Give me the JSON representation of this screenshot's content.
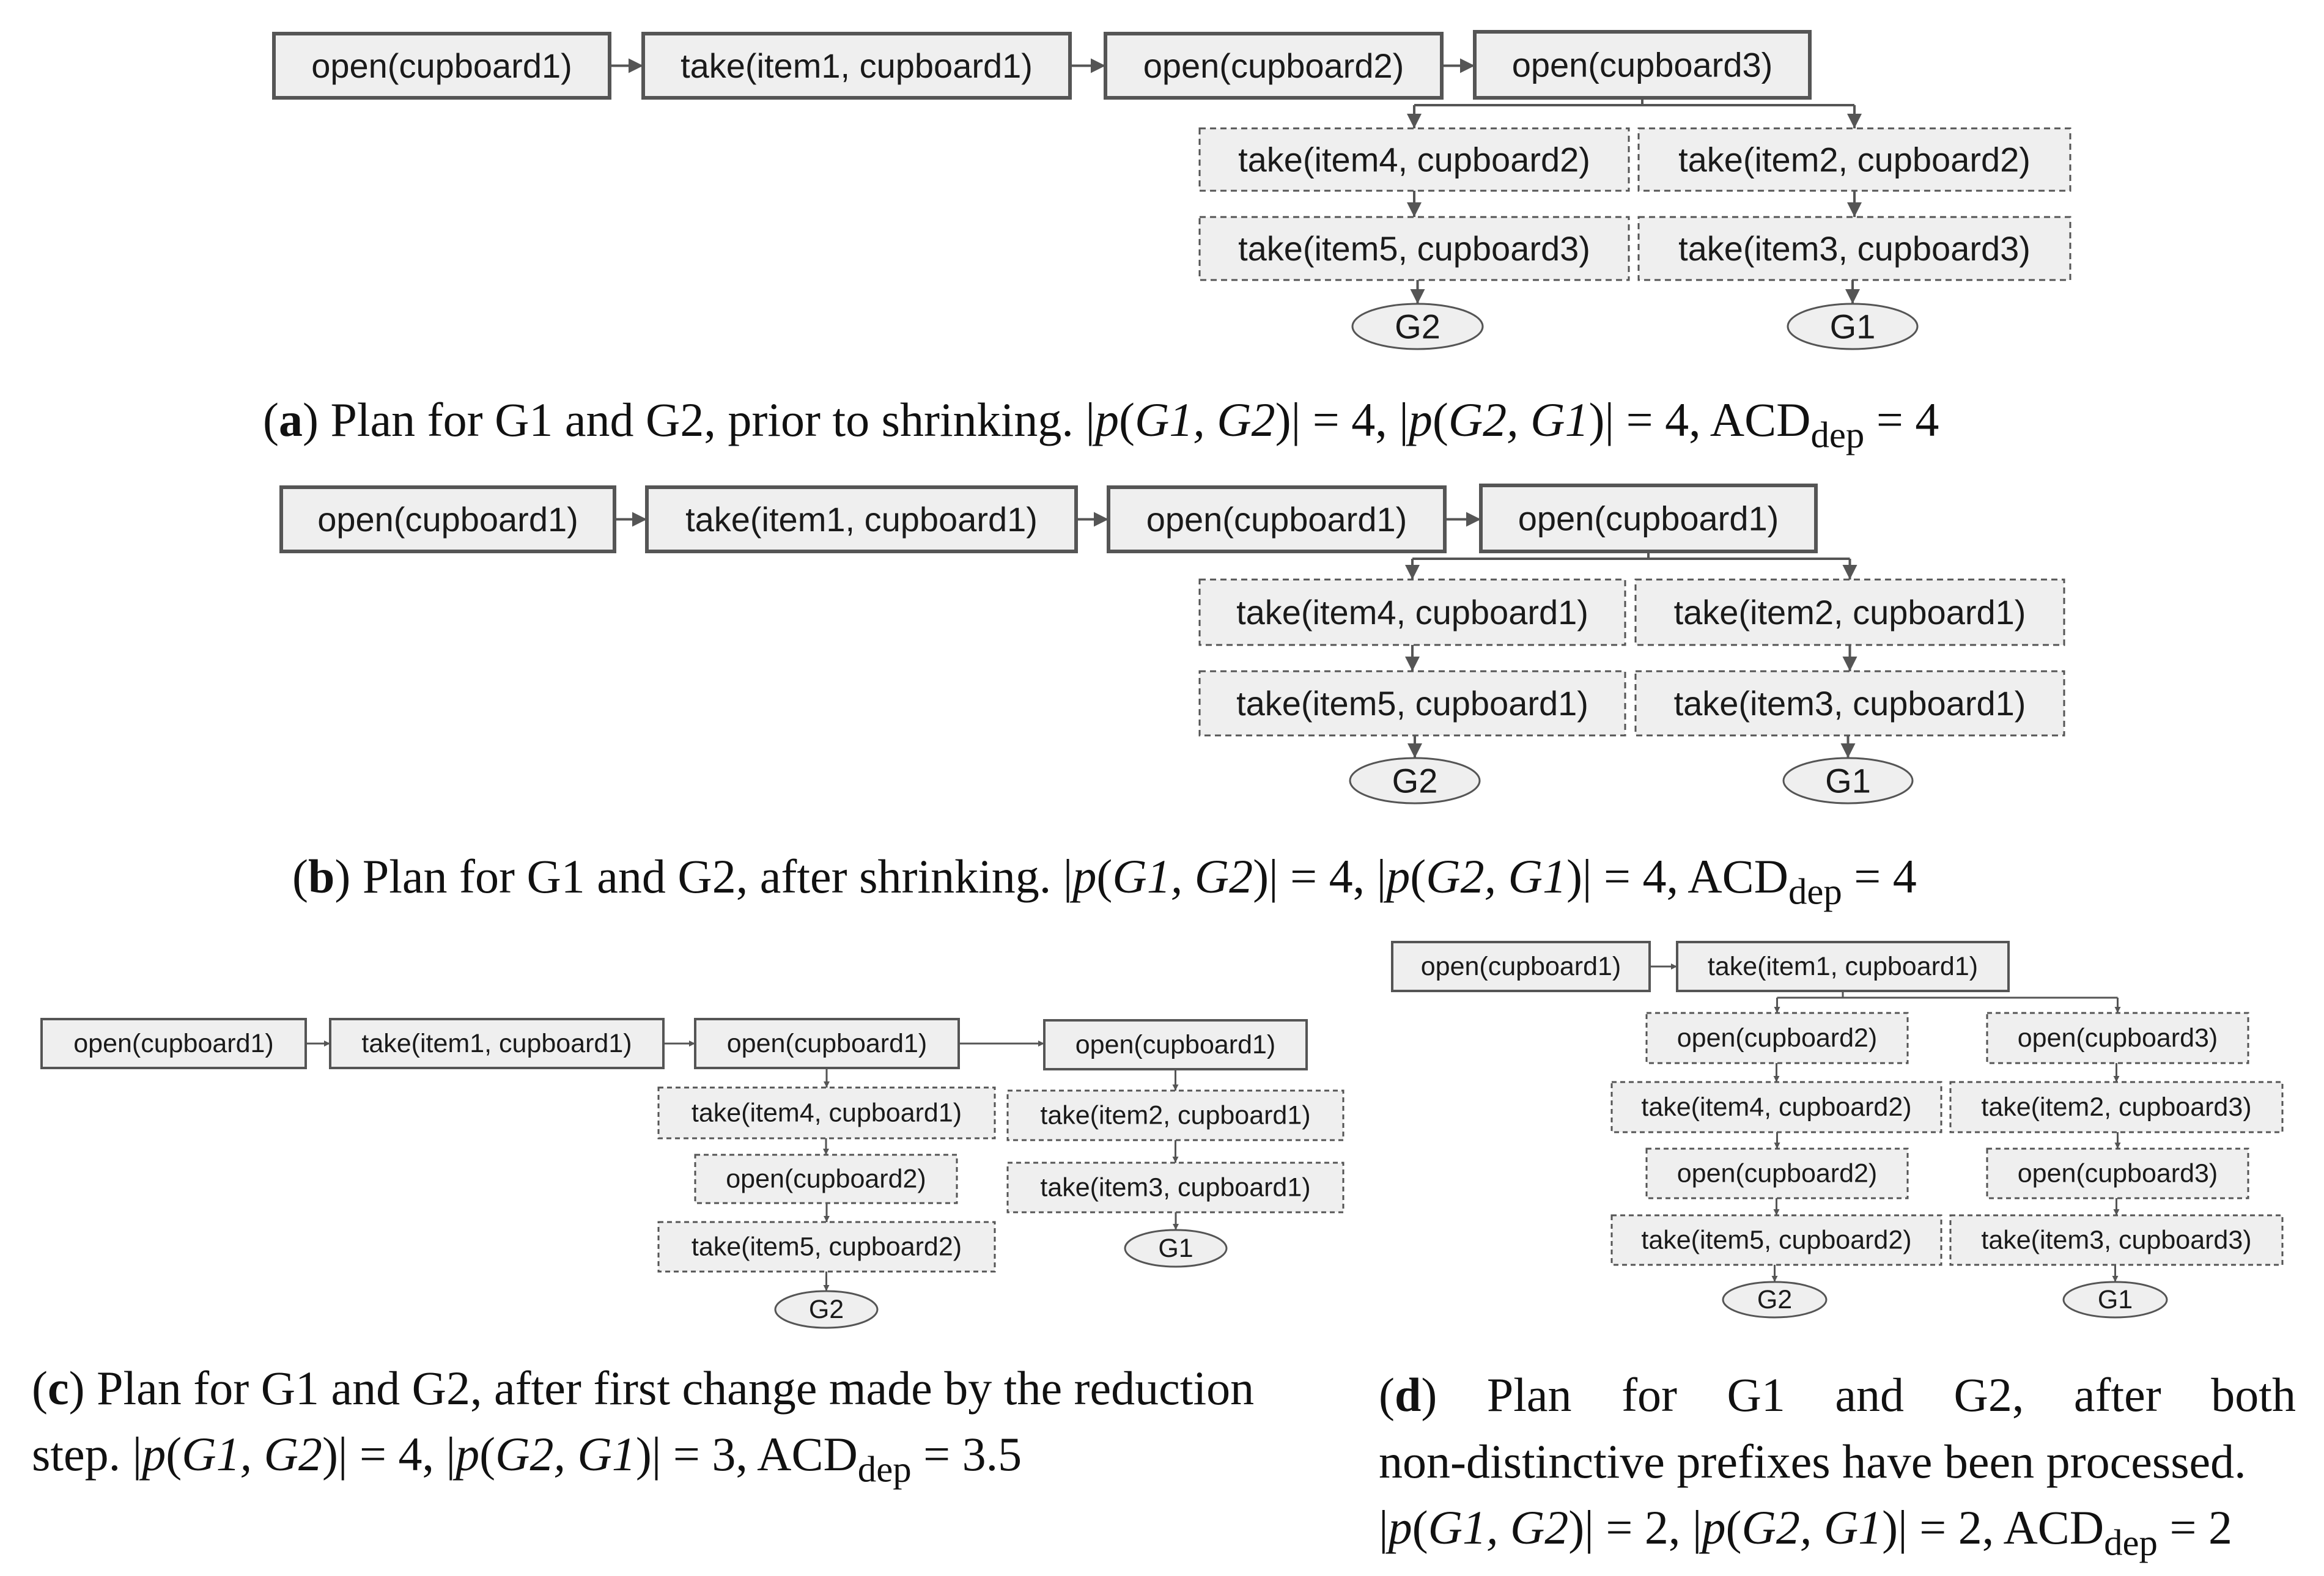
{
  "diagrams": [
    {
      "id": "a",
      "nodes": {
        "a1": "open(cupboard1)",
        "a2": "take(item1, cupboard1)",
        "a3": "open(cupboard2)",
        "a4": "open(cupboard3)",
        "a5": "take(item4, cupboard2)",
        "a6": "take(item2, cupboard2)",
        "a7": "take(item5, cupboard3)",
        "a8": "take(item3, cupboard3)",
        "a9": "G2",
        "a10": "G1"
      },
      "caption": {
        "letter": "a",
        "text": "Plan for G1 and G2, prior to shrinking.",
        "m1": "4",
        "m2": "4",
        "acd": "4"
      }
    },
    {
      "id": "b",
      "nodes": {
        "b1": "open(cupboard1)",
        "b2": "take(item1, cupboard1)",
        "b3": "open(cupboard1)",
        "b4": "open(cupboard1)",
        "b5": "take(item4, cupboard1)",
        "b6": "take(item2, cupboard1)",
        "b7": "take(item5, cupboard1)",
        "b8": "take(item3, cupboard1)",
        "b9": "G2",
        "b10": "G1"
      },
      "caption": {
        "letter": "b",
        "text": "Plan for G1 and G2, after shrinking.",
        "m1": "4",
        "m2": "4",
        "acd": "4"
      }
    },
    {
      "id": "c",
      "nodes": {
        "c1": "open(cupboard1)",
        "c2": "take(item1, cupboard1)",
        "c3": "open(cupboard1)",
        "c4": "open(cupboard1)",
        "c5": "take(item4, cupboard1)",
        "c6": "take(item2, cupboard1)",
        "c7": "open(cupboard2)",
        "c8": "take(item3, cupboard1)",
        "c9": "take(item5, cupboard2)",
        "c10": "G1",
        "c11": "G2"
      },
      "caption": {
        "letter": "c",
        "text_line1": "Plan for G1 and G2, after first change made by the reduction",
        "text_line2": "step.",
        "m1": "4",
        "m2": "3",
        "acd": "3.5"
      }
    },
    {
      "id": "d",
      "nodes": {
        "d1": "open(cupboard1)",
        "d2": "take(item1, cupboard1)",
        "d3": "open(cupboard2)",
        "d4": "open(cupboard3)",
        "d5": "take(item4, cupboard2)",
        "d6": "take(item2, cupboard3)",
        "d7": "open(cupboard2)",
        "d8": "open(cupboard3)",
        "d9": "take(item5, cupboard2)",
        "d10": "take(item3, cupboard3)",
        "d11": "G2",
        "d12": "G1"
      },
      "caption": {
        "letter": "d",
        "text_line1_words": [
          "Plan",
          "for",
          "G1",
          "and",
          "G2,",
          "after",
          "both"
        ],
        "text_line2": "non-distinctive prefixes have been processed.",
        "m1": "2",
        "m2": "2",
        "acd": "2"
      }
    }
  ],
  "math": {
    "p": "p",
    "g1g2": "G1, G2",
    "g2g1": "G2, G1",
    "acd": "ACD",
    "dep": "dep"
  },
  "colors": {
    "box_fill": "#efefef",
    "box_stroke": "#555555",
    "arrow": "#555555"
  }
}
